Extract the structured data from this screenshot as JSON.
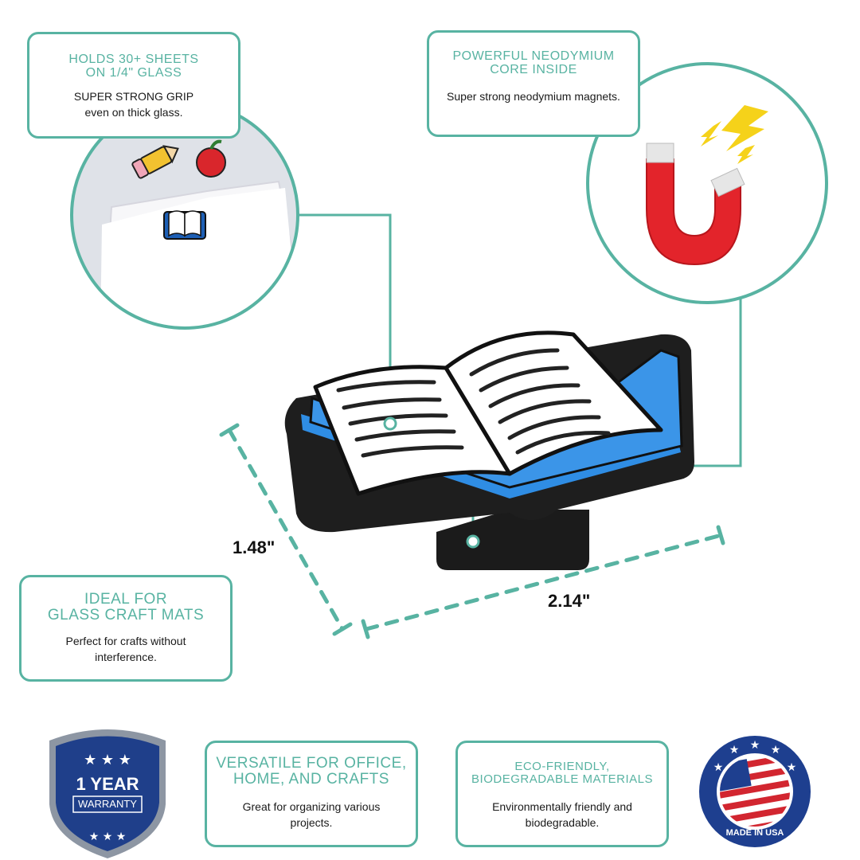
{
  "features": {
    "grip": {
      "title_lines": [
        "HOLDS 30+ SHEETS",
        "ON 1/4\" GLASS"
      ],
      "body_lines": [
        "SUPER STRONG GRIP",
        "even on thick glass."
      ]
    },
    "core": {
      "title_lines": [
        "POWERFUL NEODYMIUM",
        "CORE INSIDE"
      ],
      "body_lines": [
        "Super strong neodymium magnets."
      ]
    },
    "mats": {
      "title_lines": [
        "IDEAL FOR",
        "GLASS CRAFT MATS"
      ],
      "body_lines": [
        "Perfect for crafts without",
        "interference."
      ]
    },
    "versatile": {
      "title_lines": [
        "VERSATILE FOR OFFICE,",
        "HOME, AND CRAFTS"
      ],
      "body_lines": [
        "Great for organizing various",
        "projects."
      ]
    },
    "eco": {
      "title_lines": [
        "ECO-FRIENDLY,",
        "BIODEGRADABLE MATERIALS"
      ],
      "body_lines": [
        "Environmentally friendly and",
        "biodegradable."
      ]
    }
  },
  "dimensions": {
    "height": "1.48\"",
    "width": "2.14\""
  },
  "badges": {
    "warranty": {
      "line1": "1 YEAR",
      "line2": "WARRANTY"
    },
    "usa": {
      "text": "MADE IN USA"
    }
  },
  "colors": {
    "accent": "#58b3a2",
    "book_blue": "#2f8de4",
    "magnet_red": "#e3242b",
    "shield_blue": "#1f3f8a"
  }
}
